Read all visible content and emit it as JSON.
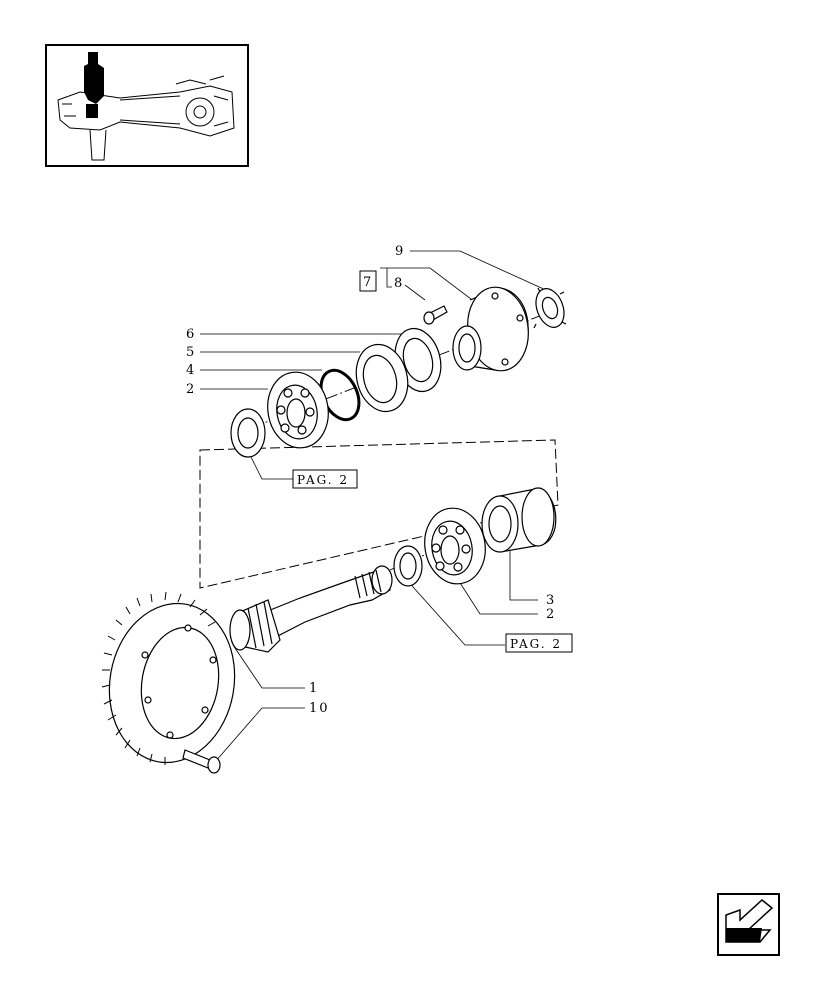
{
  "callouts": {
    "c9": "9",
    "c8": "8",
    "c6": "6",
    "c5": "5",
    "c4": "4",
    "c2a": "2",
    "c3": "3",
    "c2b": "2",
    "c1": "1",
    "c10": "10"
  },
  "group_box": "7",
  "page_refs": [
    "PAG. 2",
    "PAG. 2"
  ],
  "icons": {
    "thumbnail": "axle-assembly-thumbnail-icon",
    "nav": "back-arrow-icon"
  },
  "colors": {
    "line": "#000000",
    "background": "#ffffff"
  }
}
